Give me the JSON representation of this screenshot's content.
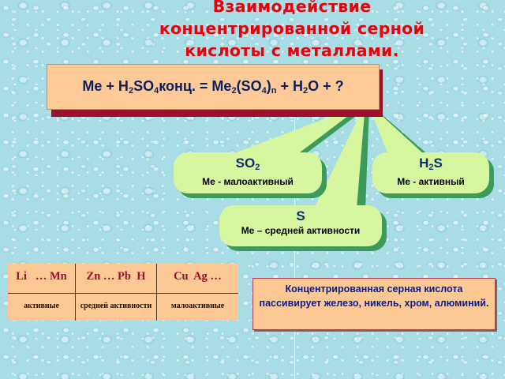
{
  "slide": {
    "title_lines": [
      "Взаимодействие",
      "концентрированной серной",
      "кислоты с металлами."
    ],
    "colors": {
      "title": "#e8000a",
      "formula_box": "#fdc996",
      "formula_shadow": "#9b0f2a",
      "bubble_fill": "#d6f6a0",
      "bubble_shadow": "#3c9a5a",
      "formula_text": "#0b1f5e",
      "table_header_text": "#9b1030",
      "info_text": "#0a1c8c"
    }
  },
  "formula": {
    "parts": {
      "me": "Me + H",
      "h2_sub": "2",
      "so": "SO",
      "so4_sub": "4",
      "konc": "конц. = Me",
      "me2_sub": "2",
      "so4_paren": "(SO",
      "so4b_sub": "4",
      "close": ")",
      "n_sub": "n",
      "plus_h": " + H",
      "h2o_sub": "2",
      "tail": "O + ?"
    },
    "text": "Me + H2SO4конц. = Me2(SO4)n + H2O + ?"
  },
  "products": [
    {
      "id": "so2",
      "chem_main": "SO",
      "chem_sub": "2",
      "chem_after": "",
      "description": "Me - малоактивный"
    },
    {
      "id": "h2s",
      "chem_main": "H",
      "chem_sub": "2",
      "chem_after": "S",
      "description": "Me - активный"
    },
    {
      "id": "s",
      "chem_main": "S",
      "chem_sub": "",
      "chem_after": "",
      "description": "Me – средней активности"
    }
  ],
  "activity_series": {
    "headers": [
      "Li   … Mn",
      "Zn … Pb  H",
      "Cu  Ag …"
    ],
    "labels": [
      "активные",
      "средней активности",
      "малоактивные"
    ]
  },
  "passivation_note": {
    "text": "Концентрированная серная кислота пассивирует железо, никель, хром, алюминий."
  }
}
